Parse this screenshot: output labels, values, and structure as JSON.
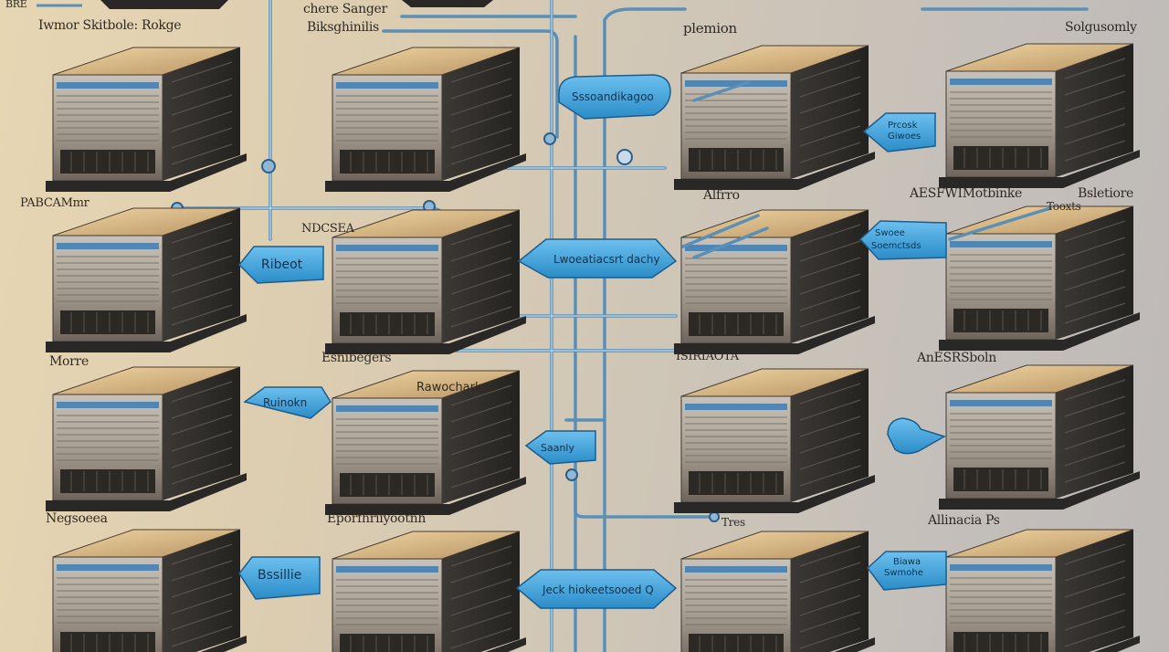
{
  "labels": {
    "top_left_fragment": "BRE",
    "col1_row1": "Iwmor Skitbole: Rokge",
    "col2_row0": "chere Sanger",
    "col2_row1": "Biksghinilis",
    "col3_row1": "plemion",
    "col4_row1": "Solgusomly",
    "col1_row2": "PABCAMmr",
    "col2_row2": "NDCSEA",
    "col3_row2": "Alfrro",
    "col4_row2a": "AESFWIMotbinke",
    "col4_row2b": "Bsletiore",
    "col4_row2c": "Tooxts",
    "col1_row3": "Morre",
    "col2_row3": "Esnibegers",
    "col3_row3": "ISIRIAOTA",
    "col4_row3": "AnESRSboln",
    "col1_row4": "Negsoeea",
    "col2_row4": "Eporfhriiyootnh",
    "col3_row4": "Tres",
    "col4_row4": "Allinacia Ps"
  },
  "callouts": {
    "c1": "Sssoandikagoo",
    "c2a": "Prcosk",
    "c2b": "Giwoes",
    "c3": "Ribeot",
    "c4": "Lwoeatiacsrt dachy",
    "c5a": "Swoee",
    "c5b": "Soemctsds",
    "c6": "Ruinokn",
    "c7": "Rawochark",
    "c8": "Saanly",
    "c9": "Bssillie",
    "c10": "Jeck hiokeetsooed Q",
    "c11a": "Biawa",
    "c11b": "Swmohe"
  },
  "colors": {
    "callout_fill": "#3b9fd6",
    "pipe": "#5a8fb8",
    "server_top": "#d8b580",
    "server_body": "#3a3734"
  }
}
